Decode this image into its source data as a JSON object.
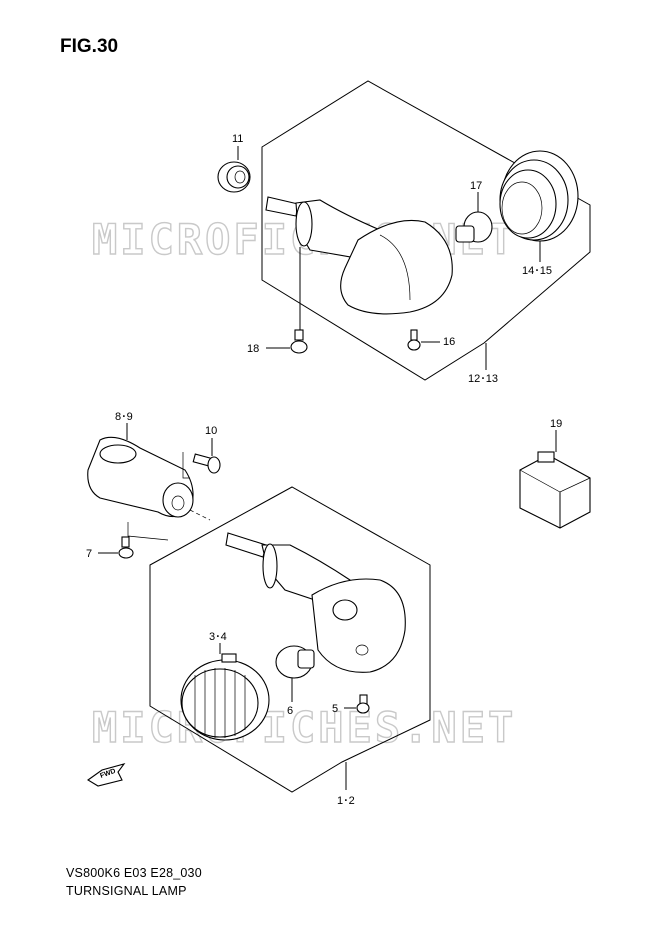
{
  "figure_title": "FIG.30",
  "watermark": "MICROFICHES.NET",
  "footer": {
    "code": "VS800K6 E03 E28_030",
    "name": "TURNSIGNAL LAMP"
  },
  "fwd_label": "FWD",
  "callouts": {
    "c11": "11",
    "c17": "17",
    "c14_15": "14･15",
    "c18": "18",
    "c16": "16",
    "c12_13": "12･13",
    "c8_9": "8･9",
    "c10": "10",
    "c19": "19",
    "c7": "7",
    "c3_4": "3･4",
    "c6": "6",
    "c5": "5",
    "c1_2": "1･2"
  }
}
